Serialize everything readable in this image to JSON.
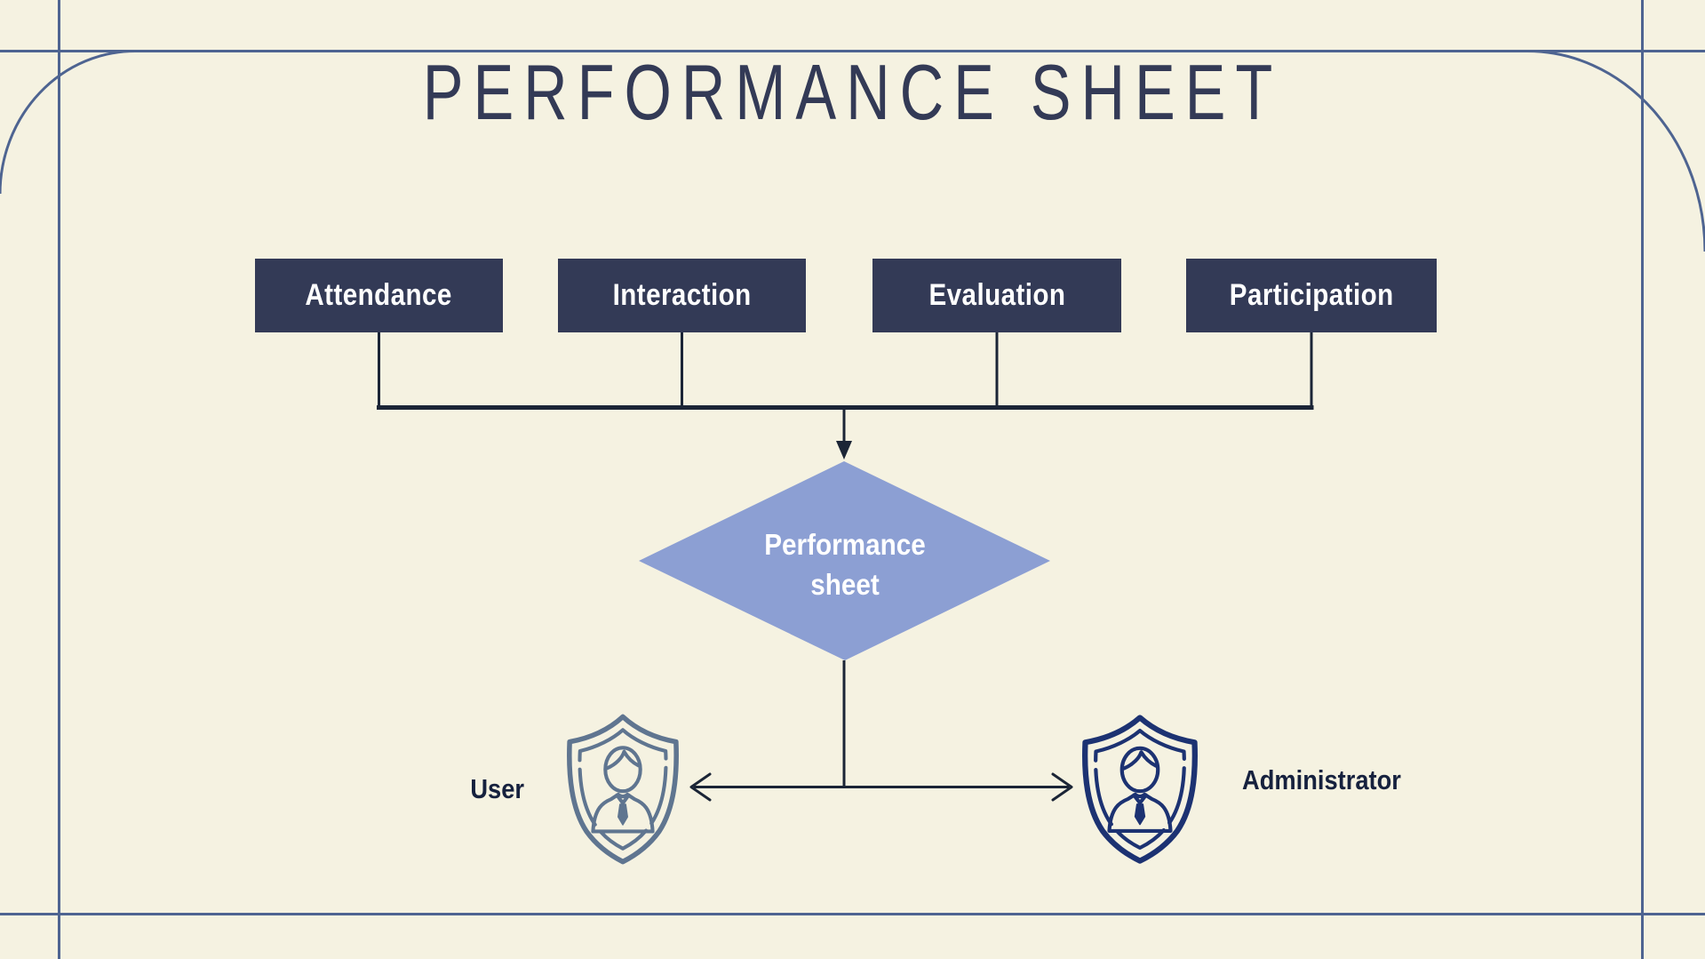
{
  "page": {
    "title": "PERFORMANCE SHEET"
  },
  "flowchart": {
    "source_boxes": [
      {
        "label": "Attendance"
      },
      {
        "label": "Interaction"
      },
      {
        "label": "Evaluation"
      },
      {
        "label": "Participation"
      }
    ],
    "decision": {
      "line1": "Performance",
      "line2": "sheet"
    },
    "outputs": {
      "user_label": "User",
      "admin_label": "Administrator"
    }
  },
  "icons": {
    "user": "shield-person-icon",
    "admin": "shield-person-icon"
  },
  "colors": {
    "background": "#F5F2E1",
    "frame_line": "#4E6491",
    "box_fill": "#333A56",
    "box_text": "#FFFFFF",
    "diamond_fill": "#8C9FD3",
    "diamond_text": "#FFFFFF",
    "connector": "#1B2536",
    "title_text": "#333A56",
    "label_text": "#16213E",
    "user_shield": "#5F7590",
    "admin_shield": "#1C3272"
  }
}
